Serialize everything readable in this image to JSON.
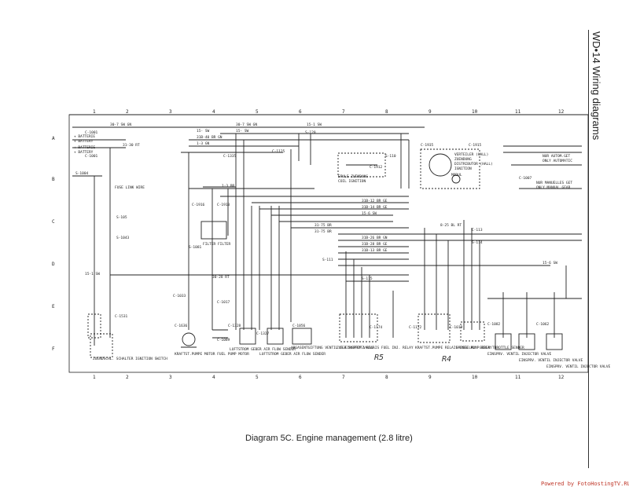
{
  "page": {
    "side_title": "WD•14 Wiring diagrams",
    "caption": "Diagram 5C. Engine management (2.8 litre)",
    "watermark": "Powered by FotoHostingTV.RU"
  },
  "grid": {
    "cols": [
      "1",
      "2",
      "3",
      "4",
      "5",
      "6",
      "7",
      "8",
      "9",
      "10",
      "11",
      "12"
    ],
    "rows": [
      "A",
      "B",
      "C",
      "D",
      "E",
      "F"
    ]
  },
  "labels": {
    "batterie1": "+ BATTERIE",
    "battery1": "+ BATTERY",
    "c1001a": "C-1001",
    "batterie2": "+ BATTERIE",
    "battery2": "+ BATTERY",
    "c1001b": "C-1001",
    "s1004": "S-1004",
    "w_top1": "30-7 SW GN",
    "w_top2": "15- SW",
    "w_top3": "31B-40 BR GN",
    "w_top4": "1-3 GN",
    "w_top5": "30-7 SW GN",
    "w_top6": "15- SW",
    "c1335": "C-1335",
    "c1125": "C-1125",
    "w_15_1": "15-1 SW",
    "s110": "S-110",
    "s120": "S-120",
    "fuse_link": "FUSE LINK WIRE",
    "w31": "31-30 RT",
    "s105": "S-105",
    "s1043": "S-1043",
    "w_15sw": "15-1 SW",
    "w_31br": "31-75 BR",
    "c1916": "C-1916",
    "c1910": "C-1910",
    "filter": "FILTER FILTER",
    "s1081": "S-1081",
    "spule": "SPULE ZUENDUNG",
    "coil": "COIL IGNITION",
    "c1912": "C-1912",
    "verteiler": "VERTEILER (HALL)",
    "zuendung": "ZUENDUNG",
    "distributor": "DISTRIBUTOR (HALL)",
    "ignition": "IGNITION",
    "modul": "MODUL",
    "c1915": "C-1915",
    "c1935": "C-1935",
    "nur_autom": "NUR AUTOM.GET",
    "only_auto": "ONLY AUTOMATIC",
    "nur_manuell": "NUR MANUELLES GET",
    "only_manual": "ONLY MANUAL GEAR",
    "c1007": "C-1007",
    "w_3br": "1-3 BR",
    "w_31b_12": "31B-12 BR GE",
    "w_31b_14": "31B-14 BR GE",
    "w_15_6": "15-6 SW",
    "w_31_75": "31-75 BR",
    "w_31b_26": "31B-26 BR GN",
    "w_31b_28": "31B-28 BR GE",
    "w_31b_13": "31B-13 BR GE",
    "w_8_25": "8-25 BL RT",
    "c113": "C-113",
    "s114": "S-114",
    "s111": "S-111",
    "w_30_28": "30-28 RT",
    "s115": "S-115",
    "w_15_6b": "15-6 SW",
    "c1033": "C-1033",
    "c1017": "C-1017",
    "c1636": "C-1636",
    "c1089": "C-1089",
    "c1328": "C-1328",
    "c1327": "C-1327",
    "c1056": "C-1056",
    "c1174": "C-1174",
    "c1172": "C-1172",
    "c1019": "C-1019",
    "c1082": "C-1082",
    "c1062": "C-1062",
    "c1531": "C-1531",
    "cmp_switch": "ZUENDSCHL. SCHALTER IGNITION SWITCH",
    "cmp_pump": "KRAFTST.PUMPE MOTOR FUEL PUMP MOTOR",
    "cmp_luftstrom1": "LUFTSTROM GEBER AIR FLOW SENDER",
    "cmp_luftstrom2": "LUFTSTROM GEBER AIR FLOW SENDER",
    "cmp_abgas": "ABGASENTGIFTUNG VENTIL EGR SYSTEM VALVE",
    "cmp_relay": "ZUS.EINSPRITZ RELAIS FUEL INJ. RELAY",
    "cmp_pump_relay": "KRAFTST.PUMPE RELAIS FUEL PUMP RELAY",
    "cmp_drossel": "DROSSELKL. GEBER THROTTLE SENDER",
    "cmp_inj1": "EINSPRV. VENTIL INJECTOR VALVE",
    "cmp_inj2": "EINSPRV. VENTIL INJECTOR VALVE",
    "cmp_inj3": "EINSPRV. VENTIL INJECTOR VALVE",
    "hw_r5": "R5",
    "hw_r4": "R4"
  }
}
